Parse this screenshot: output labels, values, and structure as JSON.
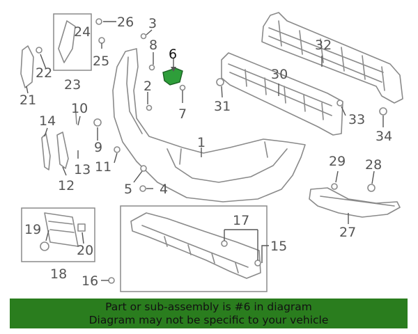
{
  "callouts": {
    "c1": "1",
    "c2": "2",
    "c3": "3",
    "c4": "4",
    "c5": "5",
    "c6": "6",
    "c7": "7",
    "c8": "8",
    "c9": "9",
    "c10": "10",
    "c11": "11",
    "c12": "12",
    "c13": "13",
    "c14": "14",
    "c15": "15",
    "c16": "16",
    "c17": "17",
    "c18": "18",
    "c19": "19",
    "c20": "20",
    "c21": "21",
    "c22": "22",
    "c23": "23",
    "c24": "24",
    "c25": "25",
    "c26": "26",
    "c27": "27",
    "c28": "28",
    "c29": "29",
    "c30": "30",
    "c31": "31",
    "c32": "32",
    "c33": "33",
    "c34": "34"
  },
  "highlight_part": "6",
  "colors": {
    "banner_bg": "#2a7d1e",
    "highlight_fill": "#2e9e3a",
    "line_gray": "#8a8a8a"
  },
  "banner": {
    "line1": "Part or sub-assembly is #6 in diagram",
    "line2": "Diagram may not be specific to your vehicle"
  }
}
